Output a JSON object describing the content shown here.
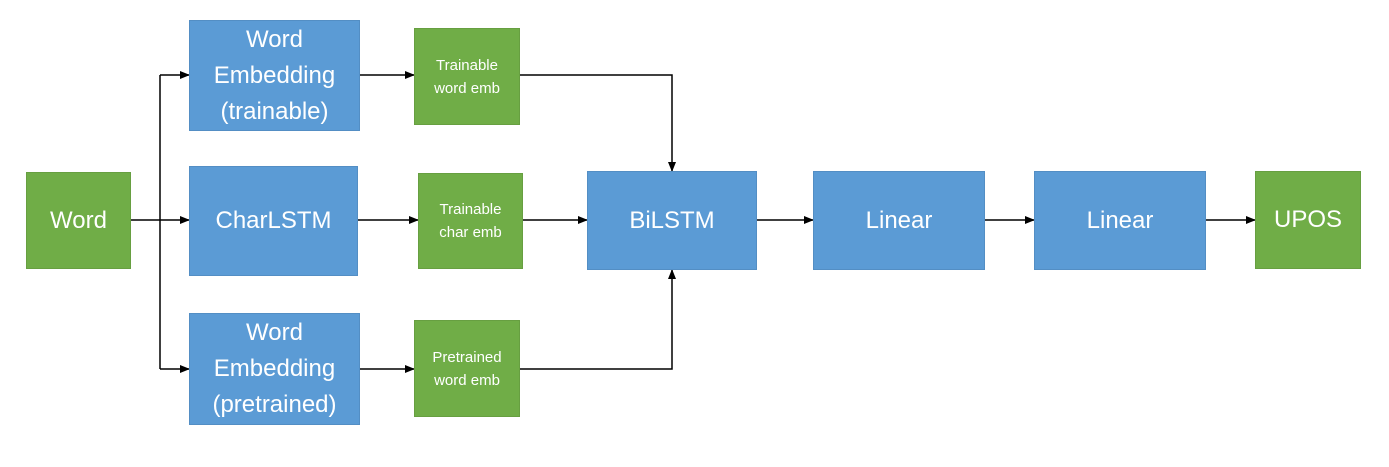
{
  "colors": {
    "input_output": "#70ad47",
    "module": "#5b9bd5",
    "connector": "#000000"
  },
  "nodes": {
    "word": "Word",
    "word_embedding_trainable": "Word\nEmbedding\n(trainable)",
    "charlstm": "CharLSTM",
    "word_embedding_pretrained": "Word\nEmbedding\n(pretrained)",
    "trainable_word_emb": "Trainable\nword emb",
    "trainable_char_emb": "Trainable\nchar emb",
    "pretrained_word_emb": "Pretrained\nword emb",
    "bilstm": "BiLSTM",
    "linear_1": "Linear",
    "linear_2": "Linear",
    "upos": "UPOS"
  }
}
